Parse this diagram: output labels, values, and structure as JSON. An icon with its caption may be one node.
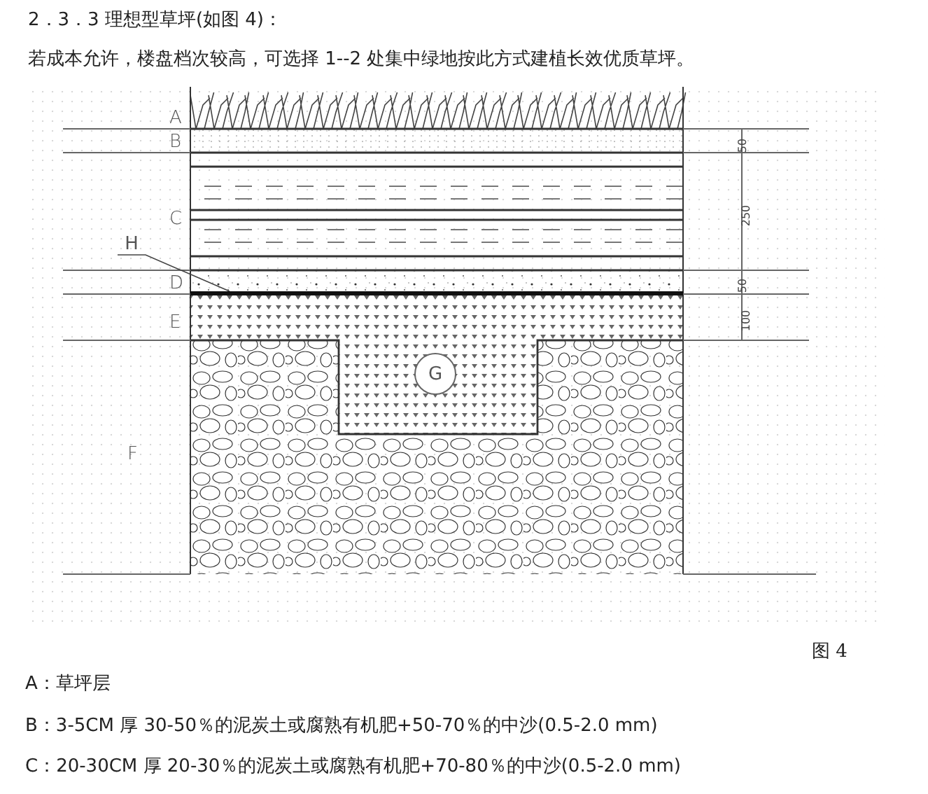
{
  "diagram": {
    "title": "2．3．3 理想型草坪(如图 4)：",
    "caption": "图 4",
    "nodes": [
      {
        "text": [
          "H"
        ]
      },
      {
        "text": [],
        "shape": "bar"
      },
      {
        "text": [
          "G"
        ]
      }
    ],
    "edges": [
      {
        "from": 0,
        "to": 1,
        "arrow": "none"
      }
    ],
    "labels": [
      "若成本允许，楼盘档次较高，可选择 1--2 处集中绿地按此方式建植长效优质草坪。",
      "A",
      "B",
      "C",
      "D",
      "E",
      "F",
      "50",
      "250",
      "50",
      "100",
      "A：草坪层",
      "B：3-5CM 厚 30-50％的泥炭土或腐熟有机肥+50-70％的中沙(0.5-2.0  mm)",
      "C：20-30CM 厚 20-30％的泥炭土或腐熟有机肥+70-80％的中沙(0.5-2.0  mm)"
    ]
  }
}
